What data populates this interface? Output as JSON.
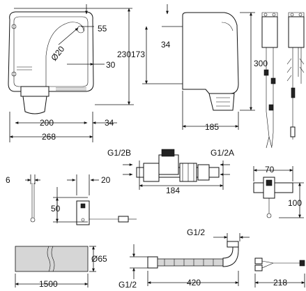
{
  "dimensions": {
    "dryer_front": {
      "top": "55",
      "diameter": "Ø20",
      "height": "230",
      "right": "30",
      "bottom_width": "200",
      "right_offset": "34",
      "total_width": "268"
    },
    "dryer_side": {
      "top": "34",
      "height_inner": "173",
      "height_total": "300",
      "depth": "185"
    },
    "valve": {
      "left_thread": "G1/2B",
      "right_thread": "G1/2A",
      "length": "184"
    },
    "sensor_plate": {
      "left": "6",
      "right": "20",
      "height": "50"
    },
    "tee_module": {
      "width": "70",
      "height": "100"
    },
    "cable_duct": {
      "diameter": "Ø65",
      "length": "1500"
    },
    "hose": {
      "top_thread": "G1/2",
      "bottom_thread": "G1/2",
      "length": "420"
    },
    "cable": {
      "length": "218"
    }
  }
}
